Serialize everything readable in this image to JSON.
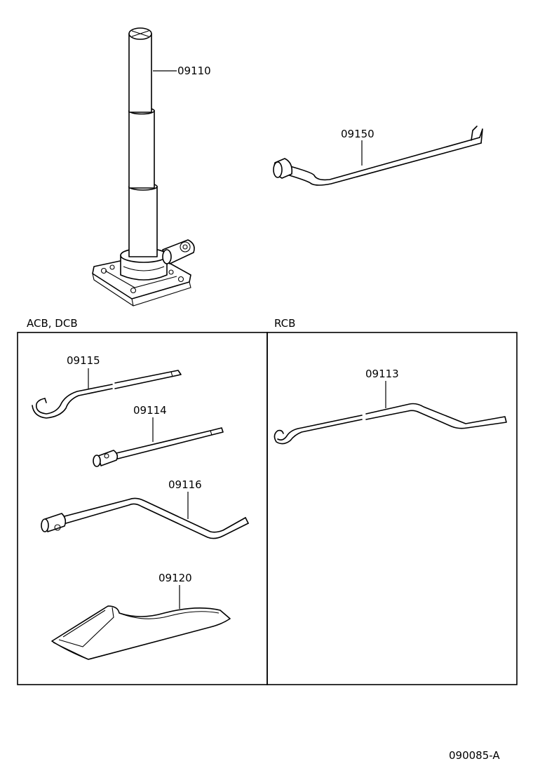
{
  "sections": {
    "left_label": "ACB, DCB",
    "right_label": "RCB"
  },
  "parts": {
    "jack": "09110",
    "jack_handle": "09150",
    "handle_hook": "09115",
    "extension_rod": "09114",
    "crank_handle": "09116",
    "tool_bag": "09120",
    "rcb_handle": "09113"
  },
  "diagram_id": "090085-A"
}
